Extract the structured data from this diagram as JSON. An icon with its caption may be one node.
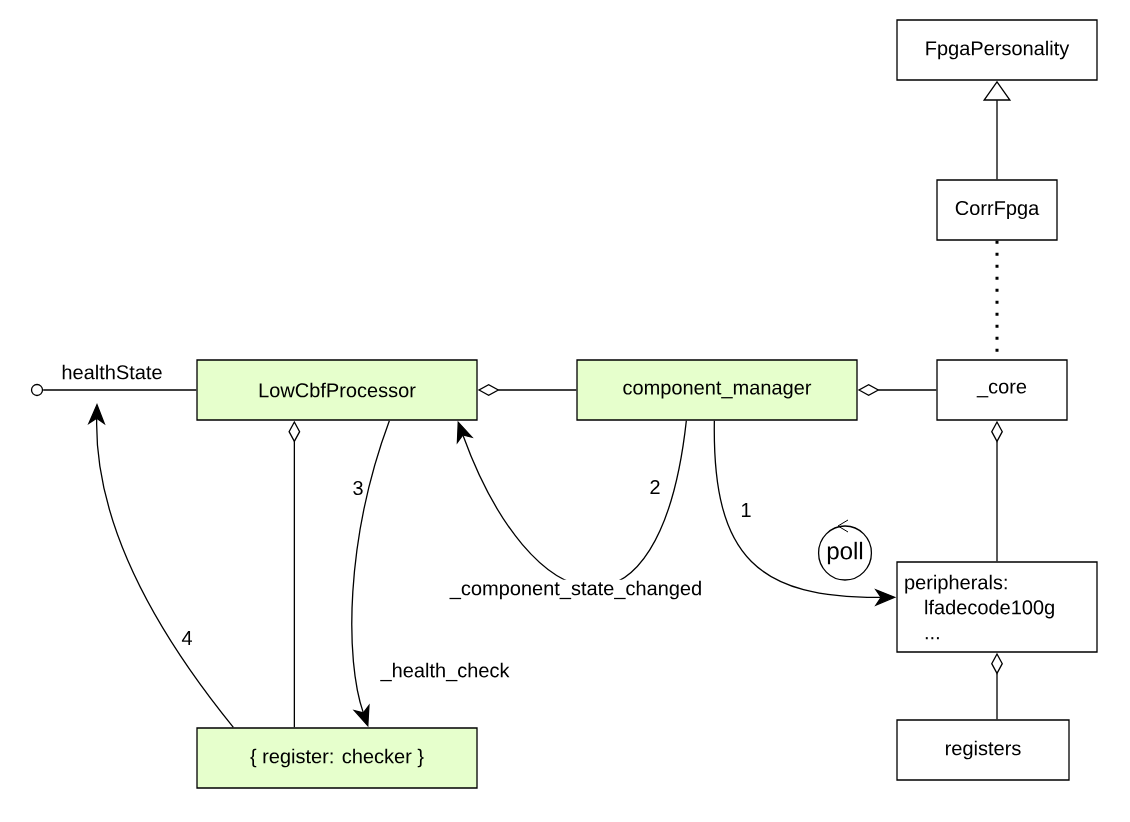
{
  "diagram": {
    "nodes": [
      {
        "text": [
          "FpgaPersonality"
        ]
      },
      {
        "text": [
          "CorrFpga"
        ]
      },
      {
        "text": [
          "LowCbfProcessor"
        ]
      },
      {
        "text": [
          "component_manager"
        ]
      },
      {
        "text": [
          "_core"
        ]
      },
      {
        "text": [
          "poll"
        ]
      },
      {
        "text": [
          "peripherals:",
          "lfadecode100g",
          "..."
        ]
      },
      {
        "text": [
          "{ register: checker }"
        ]
      },
      {
        "text": [
          "registers"
        ]
      },
      {
        "text": [],
        "shape": "circle"
      }
    ],
    "edges": [
      {
        "from": 1,
        "to": 0,
        "arrow": "to"
      },
      {
        "from": 1,
        "to": 4,
        "arrow": "none",
        "style": "dashed"
      },
      {
        "from": 3,
        "to": 2,
        "arrow": "other"
      },
      {
        "from": 4,
        "to": 3,
        "arrow": "other"
      },
      {
        "from": 7,
        "to": 2,
        "arrow": "other"
      },
      {
        "from": 6,
        "to": 4,
        "arrow": "other"
      },
      {
        "from": 8,
        "to": 6,
        "arrow": "other"
      },
      {
        "from": 9,
        "to": 2,
        "arrow": "none",
        "label": "healthState"
      },
      {
        "from": 3,
        "to": 6,
        "arrow": "to",
        "label": "1"
      },
      {
        "from": 3,
        "to": 2,
        "arrow": "to",
        "label": "2"
      },
      {
        "from": 2,
        "to": 7,
        "arrow": "to",
        "label": "3"
      },
      {
        "from": 7,
        "to": null,
        "arrow": "to",
        "label": "4"
      }
    ],
    "labels": [
      "_component_state_changed",
      "_health_check"
    ]
  }
}
